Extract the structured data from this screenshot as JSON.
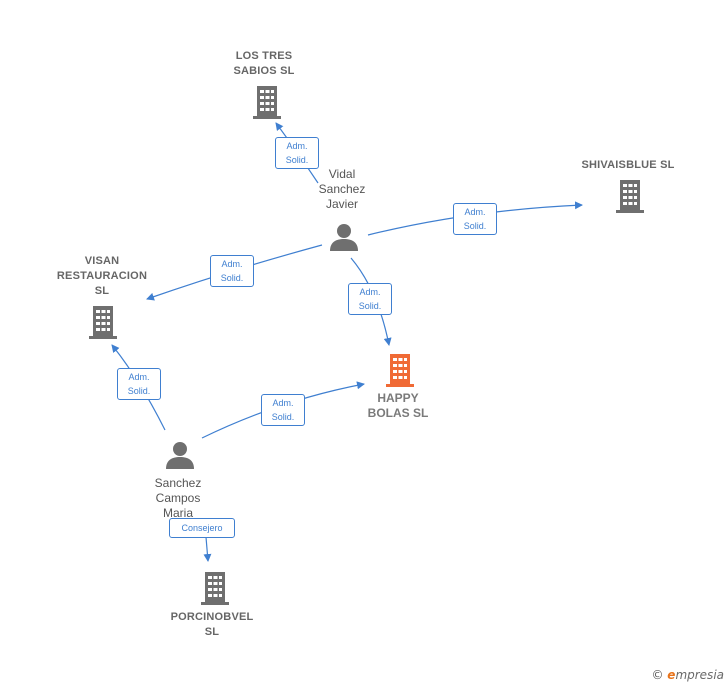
{
  "companies": {
    "los_tres_sabios": [
      "LOS TRES",
      "SABIOS  SL"
    ],
    "shivaisblue": [
      "SHIVAISBLUE SL"
    ],
    "visan": [
      "VISAN",
      "RESTAURACION",
      "SL"
    ],
    "happy_bolas": [
      "HAPPY",
      "BOLAS  SL"
    ],
    "porcinobvel": [
      "PORCINOBVEL",
      "SL"
    ]
  },
  "persons": {
    "vidal": [
      "Vidal",
      "Sanchez",
      "Javier"
    ],
    "sanchez": [
      "Sanchez",
      "Campos",
      "Maria"
    ]
  },
  "edges": {
    "adm_solid": [
      "Adm.",
      "Solid."
    ],
    "consejero": "Consejero"
  },
  "watermark": {
    "copyright": "©",
    "brand_initial": "e",
    "brand_rest": "mpresia"
  },
  "colors": {
    "edge": "#3f7fd0",
    "company_icon": "#6f6f6f",
    "focus_company_icon": "#f06a35",
    "person_icon": "#6f6f6f"
  }
}
